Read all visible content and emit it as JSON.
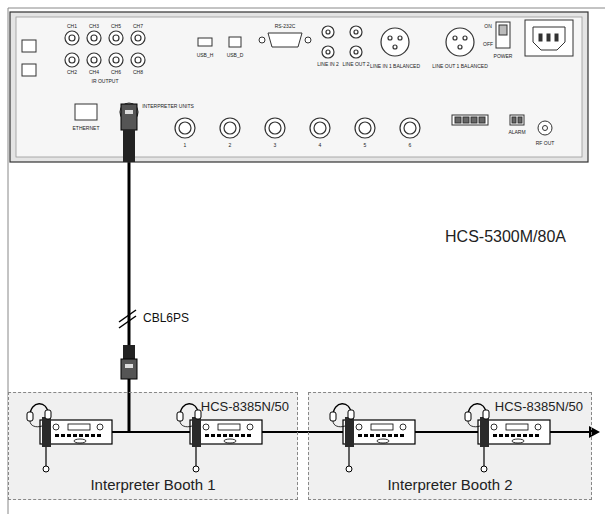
{
  "diagram": {
    "nodes": [
      {
        "text": [
          "HCS-5300M/80A"
        ]
      },
      {
        "text": [
          "HCS-8385N/50",
          "Interpreter Booth 1"
        ]
      },
      {
        "text": [
          "HCS-8385N/50",
          "Interpreter Booth 2"
        ]
      }
    ],
    "edges": [
      {
        "from": 0,
        "to": 1,
        "arrow": "none",
        "label": "CBL6PS"
      },
      {
        "from": 1,
        "to": 2,
        "arrow": "none"
      }
    ],
    "labels": [
      "CH1",
      "CH3",
      "CH5",
      "CH7",
      "CH2",
      "CH4",
      "CH6",
      "CH8",
      "IR OUTPUT",
      "ETHERNET",
      "INTERPRETER UNITS",
      "USB_H",
      "USB_D",
      "RS-232C",
      "LINE IN 2",
      "LINE OUT 2",
      "LINE IN 1 BALANCED",
      "LINE OUT 1 BALANCED",
      "ON",
      "OFF",
      "POWER",
      "1",
      "2",
      "3",
      "4",
      "5",
      "6",
      "ALARM",
      "RF OUT"
    ]
  }
}
